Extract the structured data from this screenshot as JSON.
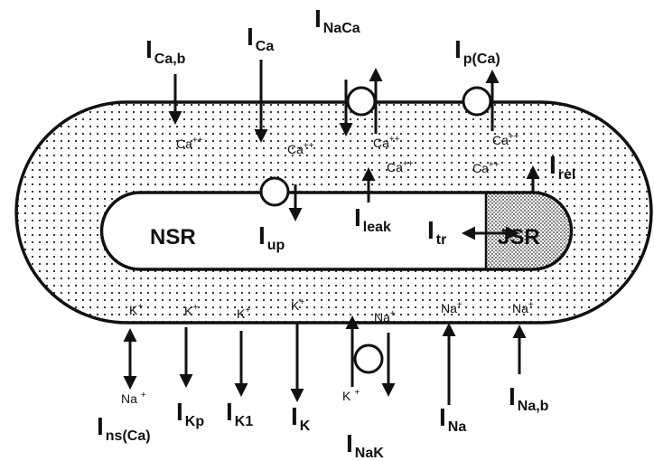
{
  "diagram": {
    "compartments": {
      "nsr": "NSR",
      "jsr": "JSR"
    },
    "currents": {
      "ICab": {
        "main": "I",
        "sub": "Ca,b"
      },
      "ICa": {
        "main": "I",
        "sub": "Ca"
      },
      "INaCa": {
        "main": "I",
        "sub": "NaCa"
      },
      "IpCa": {
        "main": "I",
        "sub": "p(Ca)"
      },
      "Irel": {
        "main": "I",
        "sub": "rel"
      },
      "Iup": {
        "main": "I",
        "sub": "up"
      },
      "Ileak": {
        "main": "I",
        "sub": "leak"
      },
      "Itr": {
        "main": "I",
        "sub": "tr"
      },
      "InsCa": {
        "main": "I",
        "sub": "ns(Ca)"
      },
      "IKp": {
        "main": "I",
        "sub": "Kp"
      },
      "IK1": {
        "main": "I",
        "sub": "K1"
      },
      "IK": {
        "main": "I",
        "sub": "K"
      },
      "INaK": {
        "main": "I",
        "sub": "NaK"
      },
      "INa": {
        "main": "I",
        "sub": "Na"
      },
      "INab": {
        "main": "I",
        "sub": "Na,b"
      }
    },
    "ions": {
      "ca": {
        "base": "Ca",
        "sup": "++"
      },
      "k": {
        "base": "K",
        "sup": "+"
      },
      "na": {
        "base": "Na",
        "sup": "+"
      }
    }
  }
}
